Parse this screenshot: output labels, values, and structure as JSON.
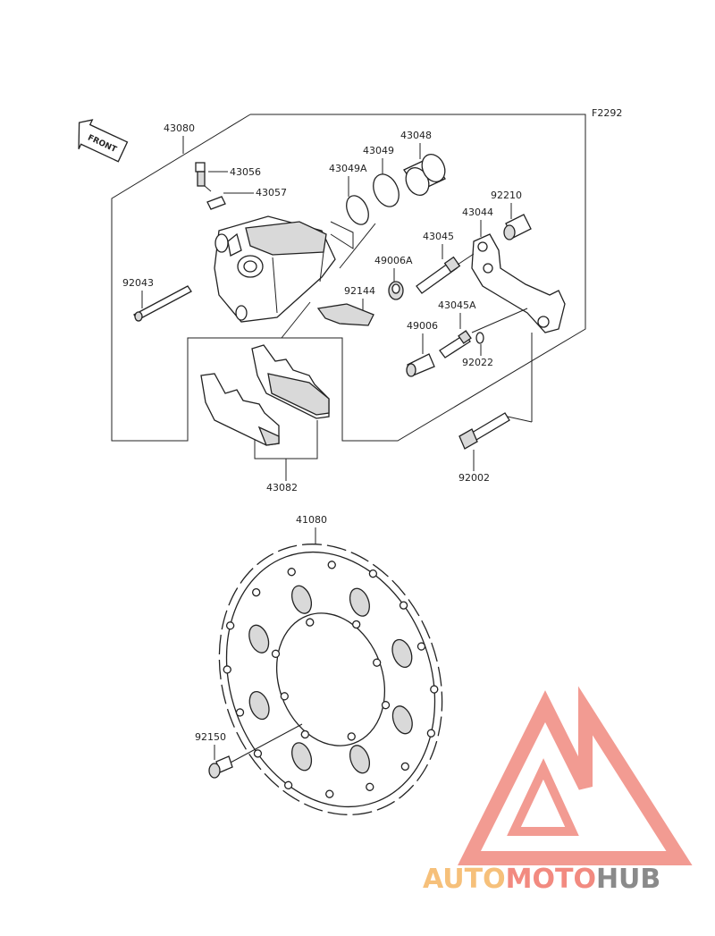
{
  "figure_code": "F2292",
  "front_label": "FRONT",
  "parts": {
    "p43080": "43080",
    "p43056": "43056",
    "p43057": "43057",
    "p43048": "43048",
    "p43049": "43049",
    "p43049A": "43049A",
    "p92210": "92210",
    "p43044": "43044",
    "p43045": "43045",
    "p49006A": "49006A",
    "p92043": "92043",
    "p92144": "92144",
    "p43045A": "43045A",
    "p49006": "49006",
    "p92022": "92022",
    "p92002": "92002",
    "p43082": "43082",
    "p41080": "41080",
    "p92150": "92150"
  },
  "watermark": {
    "part1": "AUTO",
    "part2": "MOTO",
    "part3": "HUB",
    "colors": {
      "auto": "#f6c07a",
      "moto": "#f28a80",
      "hub": "#8a8a8a",
      "logo": "#f08a80"
    }
  }
}
